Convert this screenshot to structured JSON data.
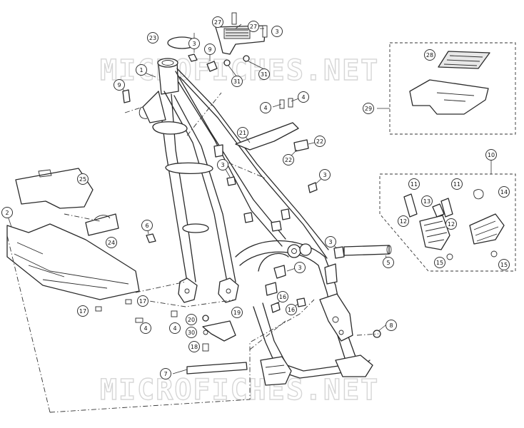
{
  "watermark": {
    "text": "MICROFICHES.NET"
  },
  "callouts": [
    {
      "label": "1"
    },
    {
      "label": "2"
    },
    {
      "label": "3"
    },
    {
      "label": "3"
    },
    {
      "label": "3"
    },
    {
      "label": "3"
    },
    {
      "label": "3"
    },
    {
      "label": "3"
    },
    {
      "label": "4"
    },
    {
      "label": "4"
    },
    {
      "label": "4"
    },
    {
      "label": "4"
    },
    {
      "label": "5"
    },
    {
      "label": "6"
    },
    {
      "label": "7"
    },
    {
      "label": "8"
    },
    {
      "label": "9"
    },
    {
      "label": "9"
    },
    {
      "label": "10"
    },
    {
      "label": "11"
    },
    {
      "label": "11"
    },
    {
      "label": "12"
    },
    {
      "label": "12"
    },
    {
      "label": "13"
    },
    {
      "label": "14"
    },
    {
      "label": "15"
    },
    {
      "label": "15"
    },
    {
      "label": "16"
    },
    {
      "label": "16"
    },
    {
      "label": "17"
    },
    {
      "label": "17"
    },
    {
      "label": "18"
    },
    {
      "label": "19"
    },
    {
      "label": "20"
    },
    {
      "label": "21"
    },
    {
      "label": "22"
    },
    {
      "label": "22"
    },
    {
      "label": "23"
    },
    {
      "label": "24"
    },
    {
      "label": "25"
    },
    {
      "label": "27"
    },
    {
      "label": "27"
    },
    {
      "label": "28"
    },
    {
      "label": "29"
    },
    {
      "label": "30"
    },
    {
      "label": "31"
    },
    {
      "label": "31"
    }
  ]
}
